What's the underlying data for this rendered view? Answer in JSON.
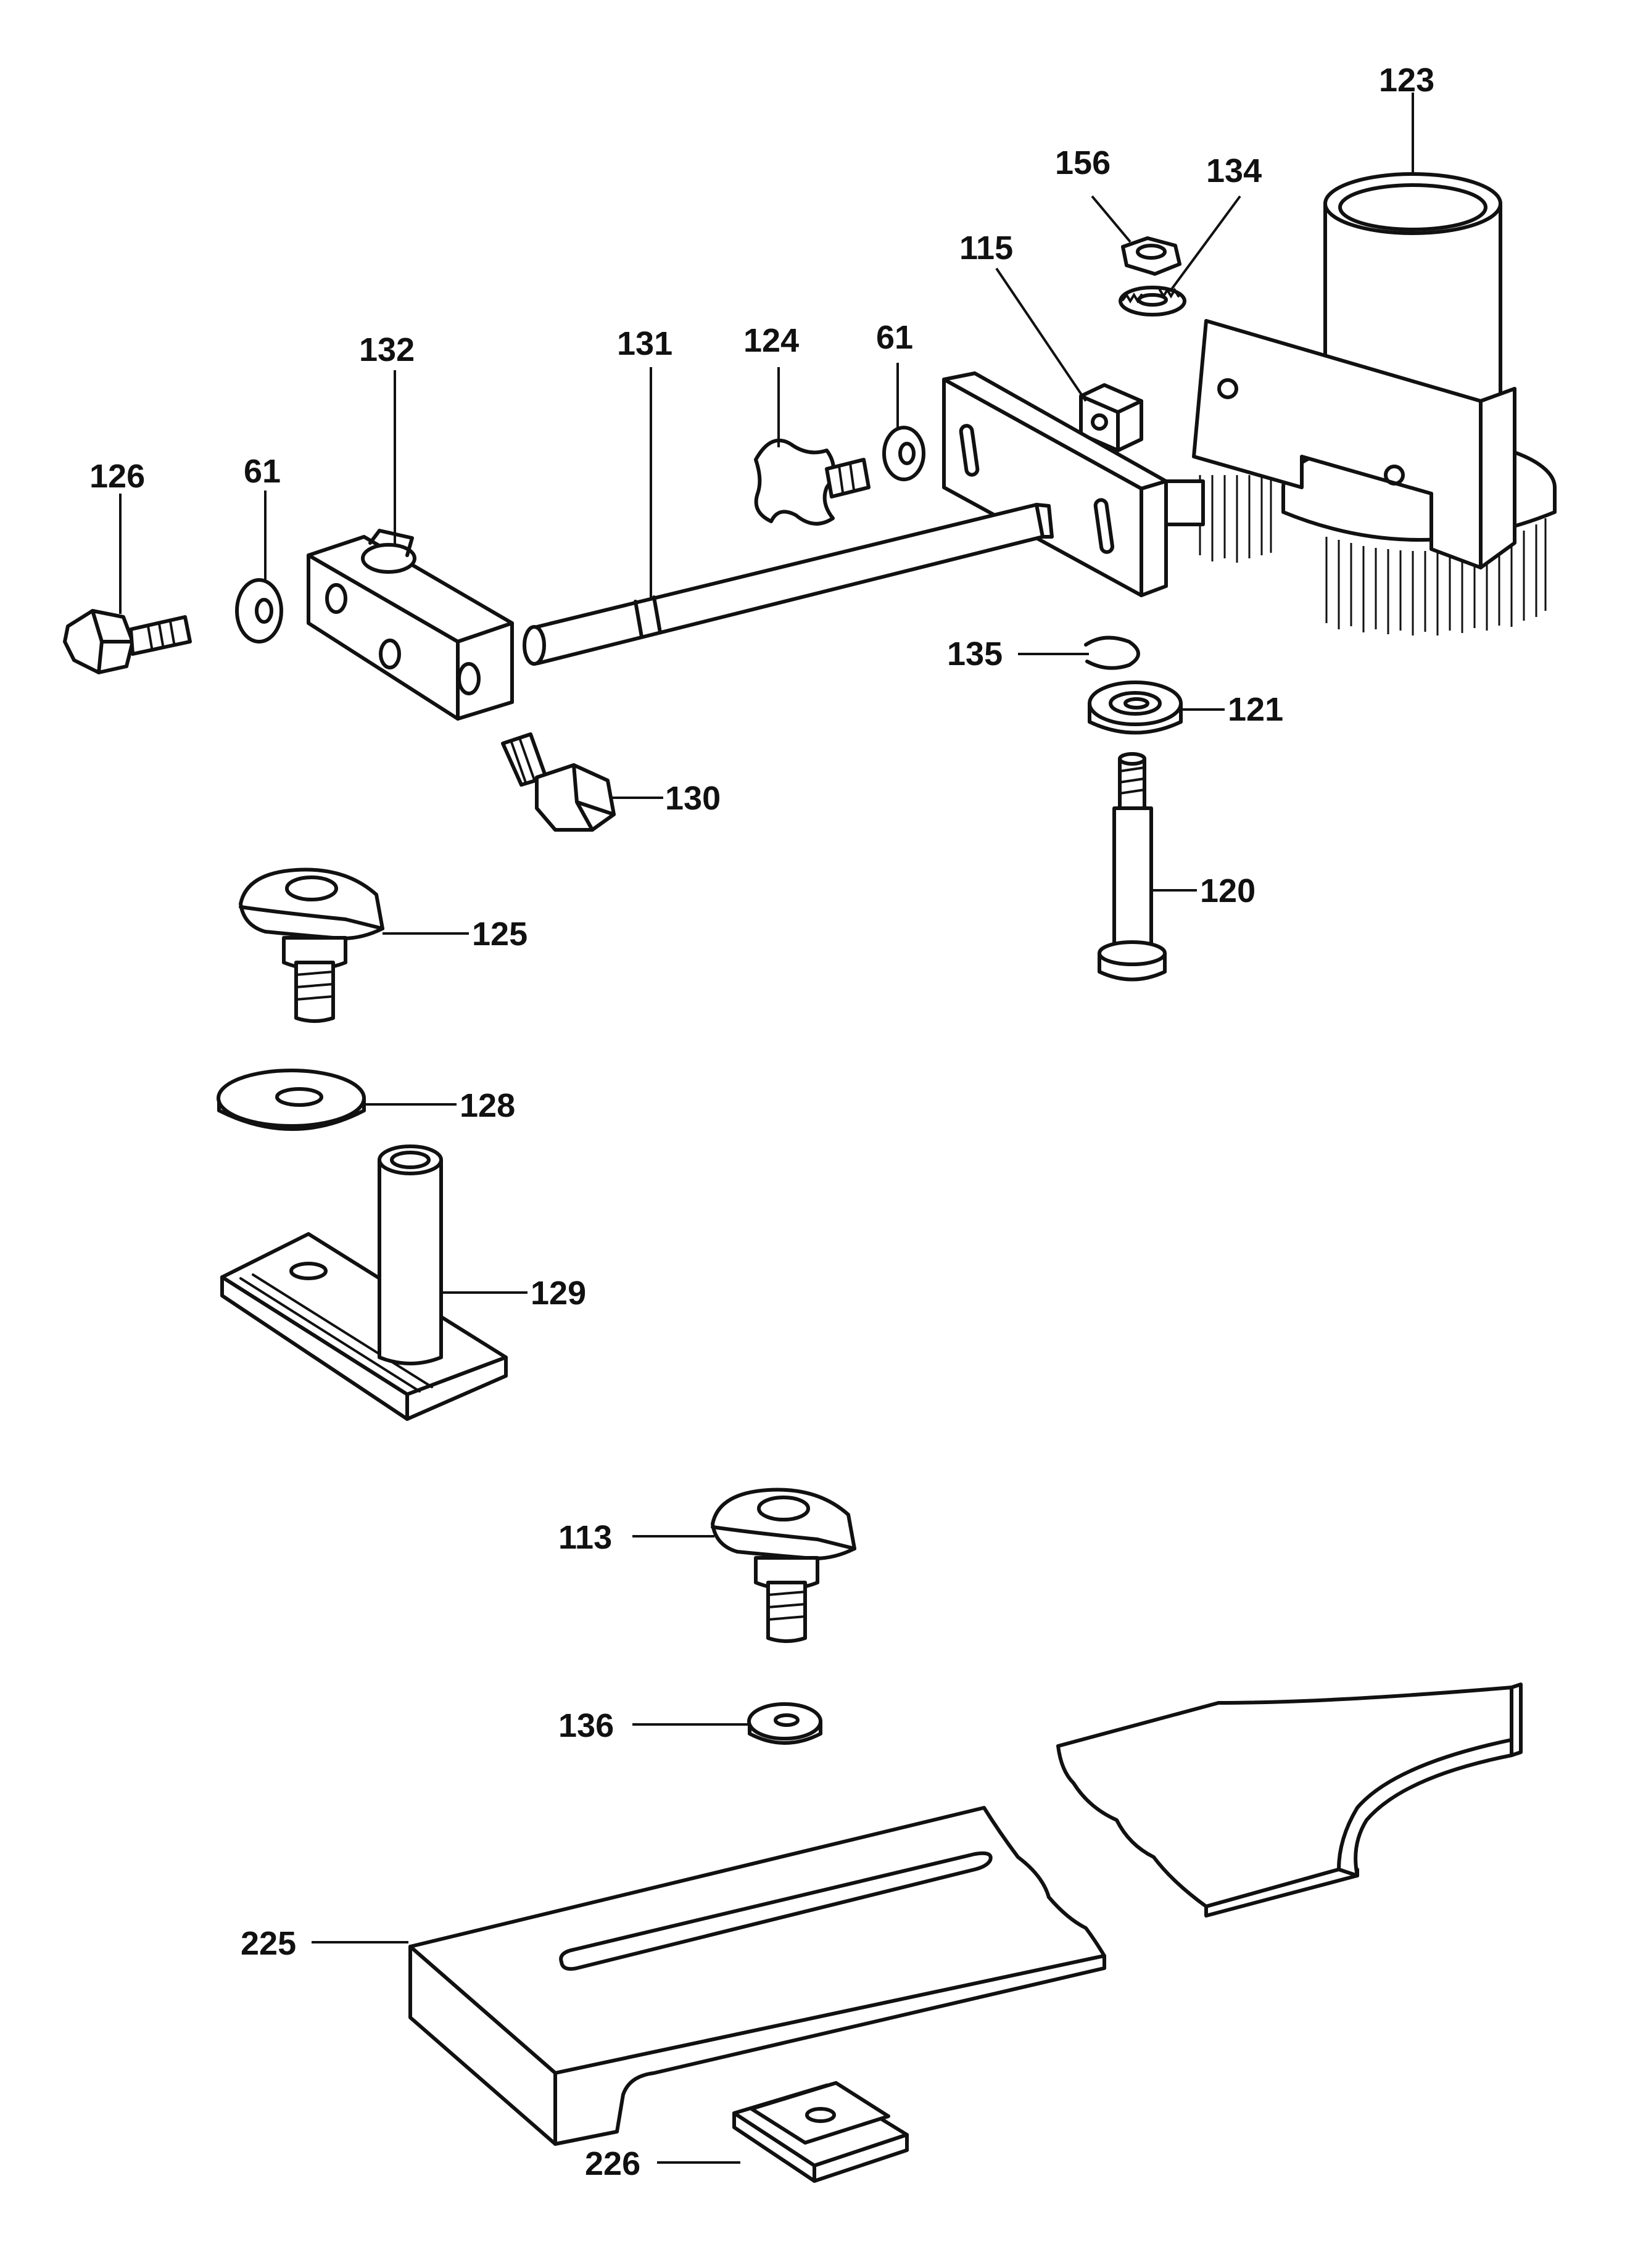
{
  "diagram": {
    "callouts": [
      {
        "id": "123",
        "label": "123"
      },
      {
        "id": "156",
        "label": "156"
      },
      {
        "id": "134",
        "label": "134"
      },
      {
        "id": "115",
        "label": "115"
      },
      {
        "id": "124",
        "label": "124"
      },
      {
        "id": "61a",
        "label": "61"
      },
      {
        "id": "132",
        "label": "132"
      },
      {
        "id": "131",
        "label": "131"
      },
      {
        "id": "126",
        "label": "126"
      },
      {
        "id": "61b",
        "label": "61"
      },
      {
        "id": "135",
        "label": "135"
      },
      {
        "id": "121",
        "label": "121"
      },
      {
        "id": "130",
        "label": "130"
      },
      {
        "id": "120",
        "label": "120"
      },
      {
        "id": "125",
        "label": "125"
      },
      {
        "id": "128",
        "label": "128"
      },
      {
        "id": "129",
        "label": "129"
      },
      {
        "id": "113",
        "label": "113"
      },
      {
        "id": "136",
        "label": "136"
      },
      {
        "id": "225",
        "label": "225"
      },
      {
        "id": "226",
        "label": "226"
      }
    ]
  },
  "colors": {
    "ink": "#111111",
    "paper": "#ffffff"
  }
}
